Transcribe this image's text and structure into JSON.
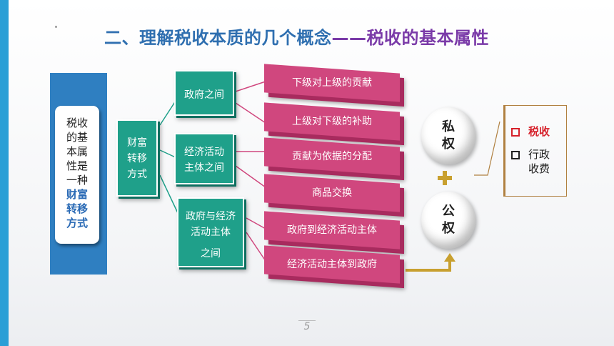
{
  "title": {
    "part1": "二、理解税收本质的几个概念",
    "part2": "——税收的基本属性"
  },
  "left_card": {
    "line1": "税收",
    "line2": "的基",
    "line3": "本属",
    "line4": "性是",
    "line5": "一种",
    "line6": "财富",
    "line7": "转移",
    "line8": "方式"
  },
  "center_box": {
    "line1": "财富",
    "line2": "转移",
    "line3": "方式"
  },
  "teal_boxes": [
    {
      "line1": "政府之间"
    },
    {
      "line1": "经济活动",
      "line2": "主体之间"
    },
    {
      "line1": "政府与经济",
      "line2": "活动主体",
      "line3": "之间"
    }
  ],
  "pink_bars": [
    "下级对上级的贡献",
    "上级对下级的补助",
    "贡献为依据的分配",
    "商品交换",
    "政府到经济活动主体",
    "经济活动主体到政府"
  ],
  "circles": {
    "private": {
      "c1": "私",
      "c2": "权"
    },
    "public": {
      "c1": "公",
      "c2": "权"
    }
  },
  "right_box": {
    "item1": "税收",
    "item2_line1": "行政",
    "item2_line2": "收费"
  },
  "page_number": "5",
  "colors": {
    "teal": "#1fa08a",
    "pink": "#d0477e",
    "blue": "#2f7fc1",
    "gold": "#c8a030",
    "red": "#d6202a"
  }
}
